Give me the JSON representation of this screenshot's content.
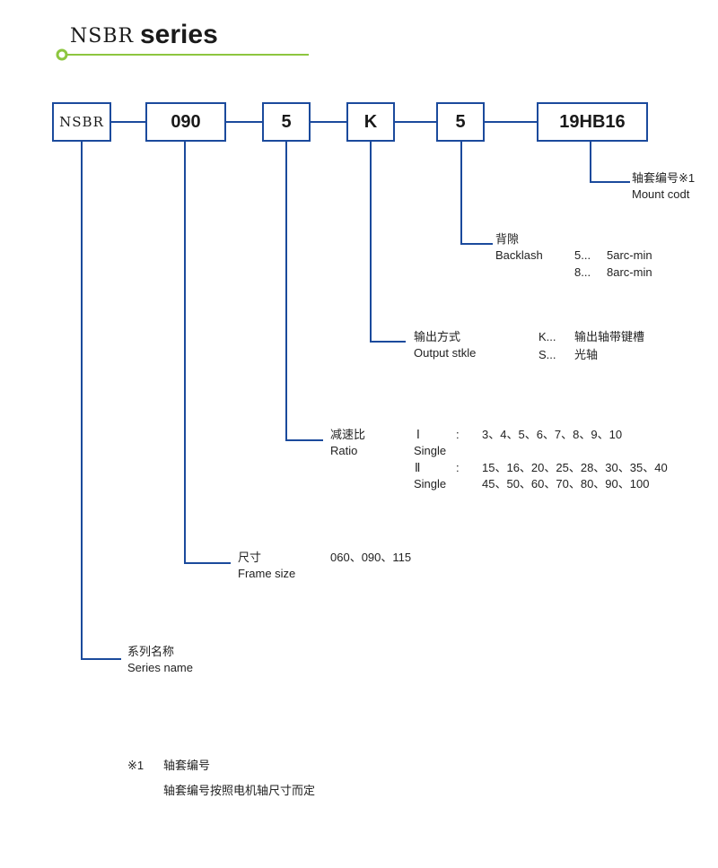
{
  "title": {
    "prefix": "NSBR",
    "suffix": "series"
  },
  "code": [
    "NSBR",
    "090",
    "5",
    "K",
    "5",
    "19HB16"
  ],
  "mount": {
    "cn": "轴套编号※1",
    "en": "Mount codt"
  },
  "backlash": {
    "cn": "背隙",
    "en": "Backlash",
    "options": [
      {
        "key": "5...",
        "value": "5arc-min"
      },
      {
        "key": "8...",
        "value": "8arc-min"
      }
    ]
  },
  "output": {
    "cn": "输出方式",
    "en": "Output stkle",
    "options": [
      {
        "key": "K...",
        "value": "输出轴带键槽"
      },
      {
        "key": "S...",
        "value": "光轴"
      }
    ]
  },
  "ratio": {
    "cn": "减速比",
    "en": "Ratio",
    "stage1": {
      "roman": "Ⅰ",
      "colon": ":",
      "single": "Single",
      "values": "3、4、5、6、7、8、9、10"
    },
    "stage2": {
      "roman": "Ⅱ",
      "colon": ":",
      "single": "Single",
      "values1": "15、16、20、25、28、30、35、40",
      "values2": "45、50、60、70、80、90、100"
    }
  },
  "frame": {
    "cn": "尺寸",
    "en": "Frame size",
    "values": "060、090、115"
  },
  "series": {
    "cn": "系列名称",
    "en": "Series name"
  },
  "note": {
    "mark": "※1",
    "title": "轴套编号",
    "text": "轴套编号按照电机轴尺寸而定"
  },
  "colors": {
    "line": "#1b4a9c",
    "accent": "#8dc63f"
  }
}
